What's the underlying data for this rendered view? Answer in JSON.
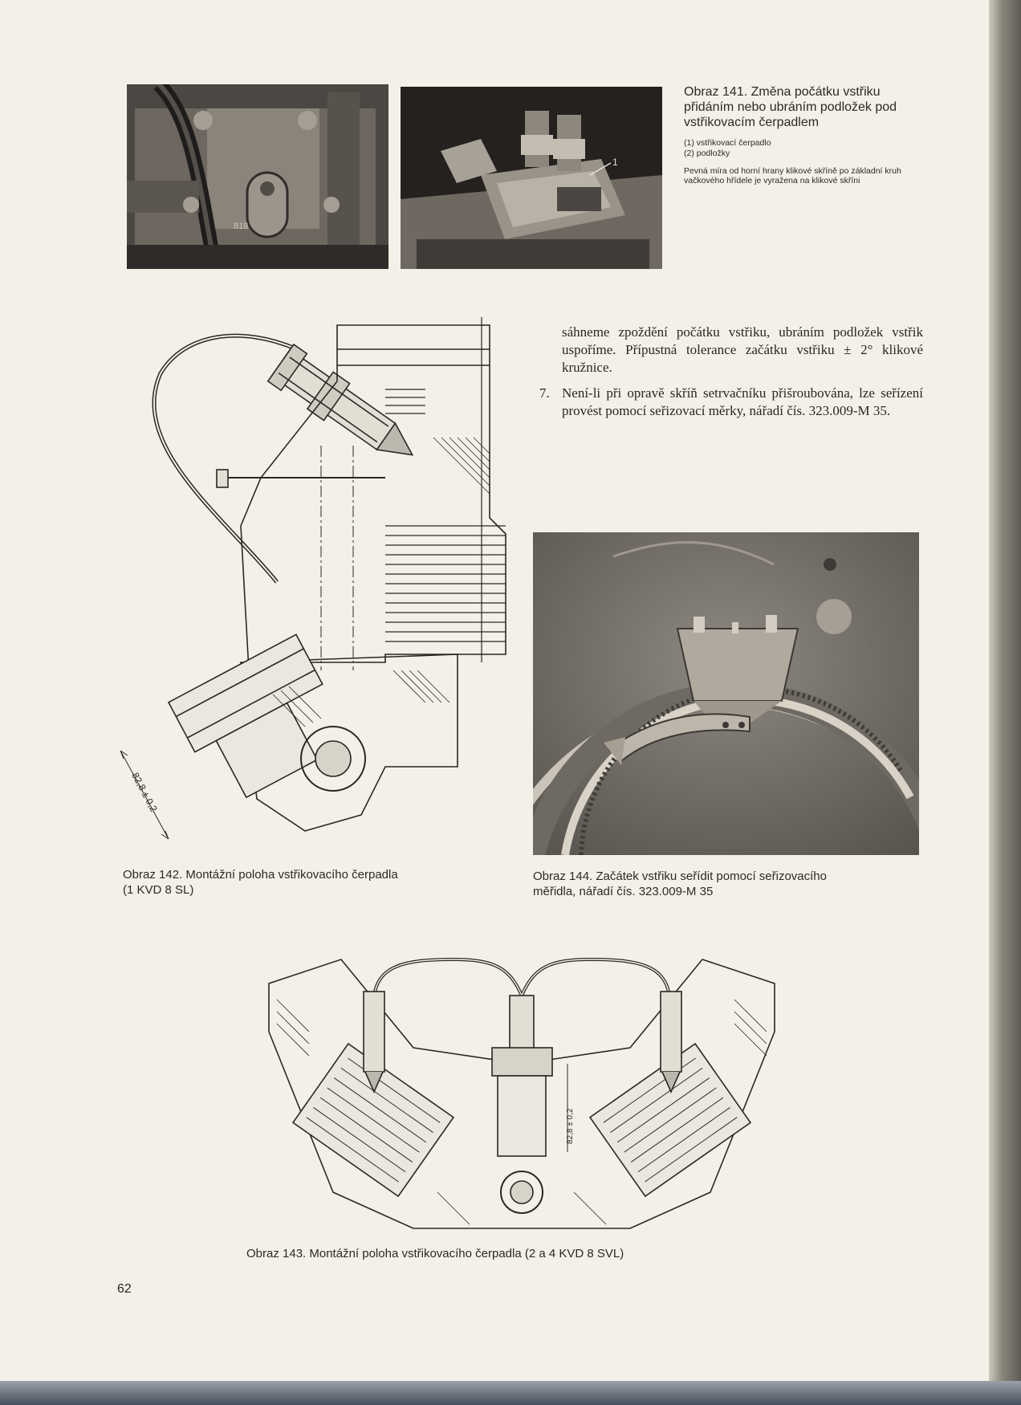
{
  "fig141": {
    "caption": "Obraz 141. Změna počátku vstřiku přidáním nebo ubráním podložek pod vstřikovacím čerpadlem",
    "items": [
      "(1) vstřikovací čerpadlo",
      "(2) podložky"
    ],
    "note": "Pevná míra od horní hrany klikové skříně po základní kruh vačkového hřídele je vyražena na klikové skříni",
    "photo_labels": {
      "left_number": "818",
      "callout": "1"
    }
  },
  "body": {
    "paragraph": "sáhneme zpoždění počátku vstřiku, ubráním podložek vstřik uspoříme. Přípustná tolerance začátku vstřiku ± 2° klikové kružnice.",
    "item_number": "7.",
    "item_text": "Není-li při opravě skříň setrvačníku přišroubována, lze seřízení provést pomocí seřizovací měrky, nářadí čís. 323.009-M 35."
  },
  "fig142": {
    "caption_line1": "Obraz 142. Montážní poloha vstřikovacího čerpadla",
    "caption_line2": "(1 KVD 8 SL)",
    "dimension": "82,8 ± 0,2"
  },
  "fig144": {
    "caption_line1": "Obraz 144. Začátek vstřiku seřídit pomocí seřizovacího",
    "caption_line2": "měřidla, nářadí čís. 323.009-M 35"
  },
  "fig143": {
    "caption": "Obraz 143. Montážní poloha vstřikovacího čerpadla (2 a 4 KVD 8 SVL)",
    "dimension": "82,8 ± 0,2"
  },
  "page_number": "62"
}
